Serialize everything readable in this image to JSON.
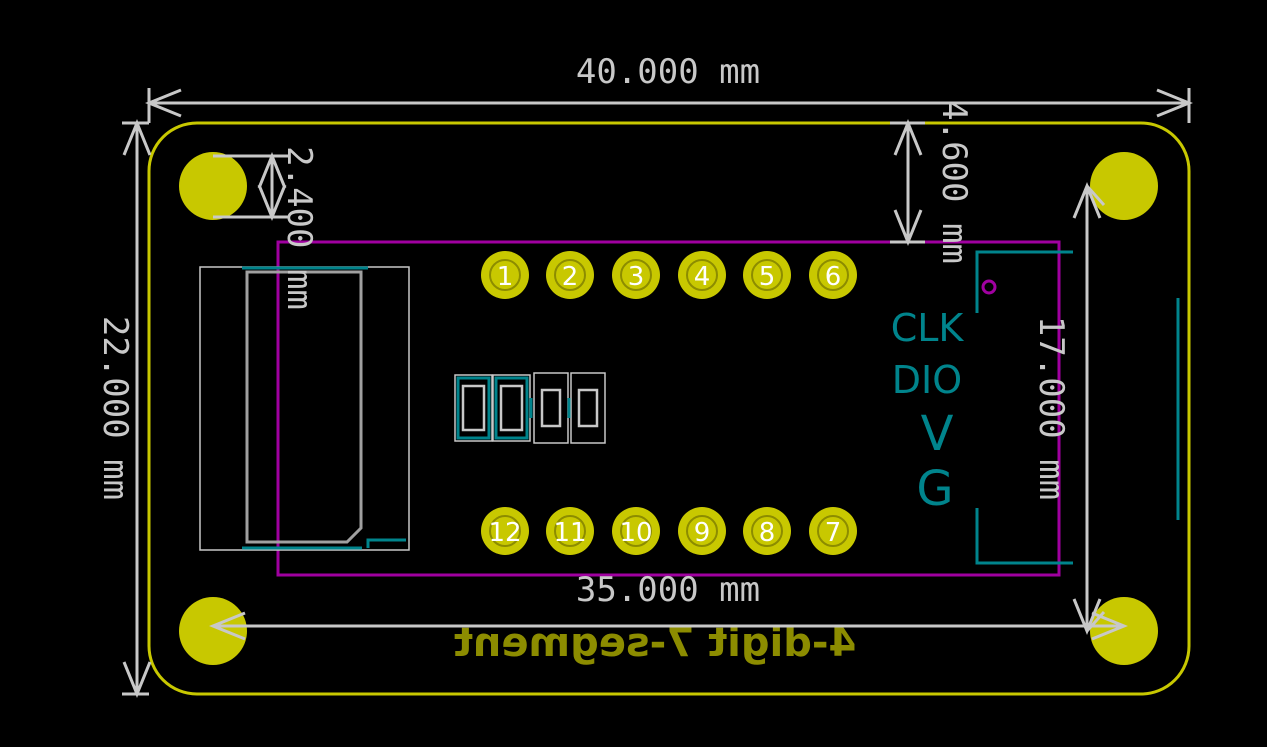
{
  "dimensions": {
    "width_total": "40.000 mm",
    "height_total": "22.000 mm",
    "pin_spacing": "35.000 mm",
    "pad_offset": "4.600 mm",
    "hole_diameter": "2.400 mm",
    "display_height": "17.000 mm"
  },
  "pins_top": [
    "1",
    "2",
    "3",
    "4",
    "5",
    "6"
  ],
  "pins_bottom": [
    "12",
    "11",
    "10",
    "9",
    "8",
    "7"
  ],
  "connector_labels": [
    "CLK",
    "DIO",
    "V",
    "G"
  ],
  "board_label": "4-digit 7-segment",
  "colors": {
    "background": "#000000",
    "edge_cuts": "#c8c800",
    "pad": "#c8c800",
    "dimension": "#c8c8c8",
    "courtyard": "#a000a0",
    "silk_teal": "#00848c",
    "fab_gray": "#a0a0a0",
    "board_text": "#8c8c00"
  }
}
